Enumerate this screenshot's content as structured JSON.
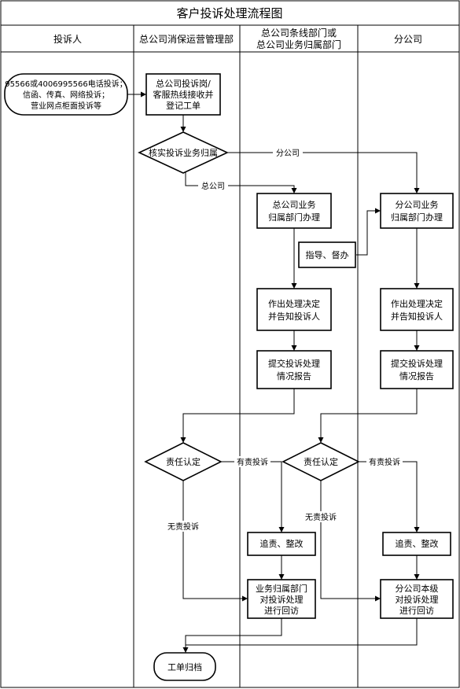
{
  "title": "客户投诉处理流程图",
  "lanes": {
    "complainant": "投诉人",
    "hq_ops": "总公司消保运营管理部",
    "hq_line_1": "总公司条线部门或",
    "hq_line_2": "总公司业务归属部门",
    "branch": "分公司"
  },
  "nodes": {
    "start_1": "95566或4006995566电话投诉；",
    "start_2": "信函、传真、网络投诉；",
    "start_3": "营业网点柜面投诉等",
    "register_1": "总公司投诉岗/",
    "register_2": "客服热线接收并",
    "register_3": "登记工单",
    "verify": "核实投诉业务归属",
    "hq_handle_1": "总公司业务",
    "hq_handle_2": "归属部门办理",
    "guide": "指导、督办",
    "branch_handle_1": "分公司业务",
    "branch_handle_2": "归属部门办理",
    "hq_decide_1": "作出处理决定",
    "hq_decide_2": "并告知投诉人",
    "branch_decide_1": "作出处理决定",
    "branch_decide_2": "并告知投诉人",
    "hq_report_1": "提交投诉处理",
    "hq_report_2": "情况报告",
    "branch_report_1": "提交投诉处理",
    "branch_report_2": "情况报告",
    "resp_left": "责任认定",
    "resp_right": "责任认定",
    "hq_punish": "追责、整改",
    "branch_punish": "追责、整改",
    "hq_review_1": "业务归属部门",
    "hq_review_2": "对投诉处理",
    "hq_review_3": "进行回访",
    "branch_review_1": "分公司本级",
    "branch_review_2": "对投诉处理",
    "branch_review_3": "进行回访",
    "archive": "工单归档"
  },
  "edge_labels": {
    "to_branch": "分公司",
    "to_hq": "总公司",
    "resp_left_yes": "有责投诉",
    "resp_left_no": "无责投诉",
    "resp_right_yes": "有责投诉",
    "resp_right_no": "无责投诉"
  }
}
